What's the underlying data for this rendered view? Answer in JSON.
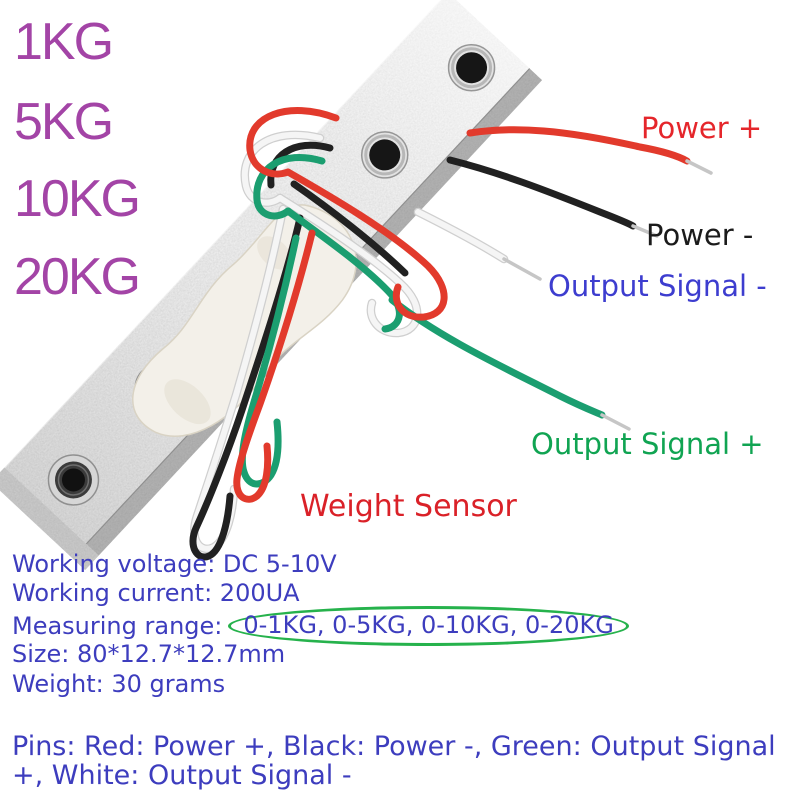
{
  "page": {
    "background": "#ffffff"
  },
  "capacity": {
    "color": "#a344a6",
    "items": [
      "1KG",
      "5KG",
      "10KG",
      "20KG"
    ]
  },
  "wire_labels": {
    "power_plus": {
      "text": "Power +",
      "color": "#e5262b"
    },
    "power_minus": {
      "text": "Power -",
      "color": "#1b1b1b"
    },
    "output_minus": {
      "text": "Output Signal -",
      "color": "#3d3dcf"
    },
    "output_plus": {
      "text": "Output Signal +",
      "color": "#10a452"
    }
  },
  "title": {
    "text": "Weight Sensor",
    "color": "#da2128"
  },
  "specs": {
    "color": "#3d3dbe",
    "highlight_color": "#26b24c",
    "working_voltage": "Working voltage: DC 5-10V",
    "working_current": "Working current: 200UA",
    "measuring_range_label": "Measuring range:",
    "measuring_range_value": "0-1KG, 0-5KG, 0-10KG, 0-20KG",
    "size": "Size: 80*12.7*12.7mm",
    "weight": "Weight: 30 grams"
  },
  "pins": {
    "line1": "Pins: Red: Power +, Black: Power -, Green: Output Signal",
    "line2": "+, White: Output Signal -"
  },
  "sensor": {
    "description": "aluminum load cell bar with four mounting holes, white epoxy strain-gauge cover and wrapped lead wires",
    "wire_colors": {
      "red": "#e23a2c",
      "black": "#212121",
      "white": "#f5f5f5",
      "white_shade": "#cfcfcf",
      "green": "#1b9e70",
      "bare_tip": "#c6c6c6"
    }
  }
}
